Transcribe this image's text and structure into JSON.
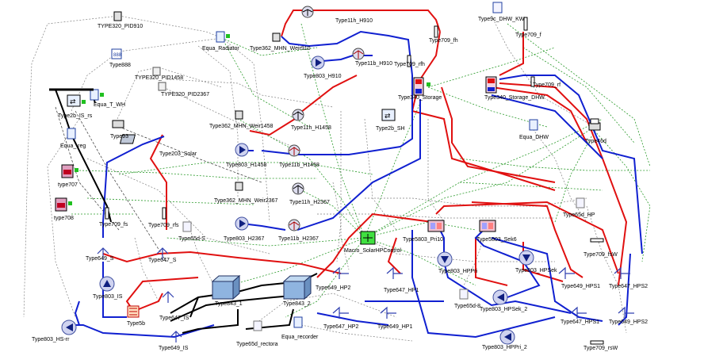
{
  "labels": {
    "type320_pid910": "TYPE320_PID910",
    "type320_pid1458": "TYPE320_PID1458",
    "type320_pid2367": "TYPE320_PID2367",
    "type888": "Type888",
    "equa_t_wh": "Equa_T_WH",
    "type2b_is_rs": "Type2b_IS_rs",
    "type93": "Type93",
    "equa_reg": "Equa_ reg",
    "type707": "type707",
    "type708": "type708",
    "equa_radiator": "Equa_Radiator",
    "type362_mhn_weir910": "Type362_MHN_Weir910",
    "type11h_h910": "Type11h_H910",
    "type11b_h910": "Type11b_H910",
    "type803_h910": "Type803_H910",
    "type709_fh": "Type709_fh",
    "type709_rfh": "Type709_rfh",
    "type9c_dhw_kw": "Type9c_DHW_KW",
    "type709_f": "Type709_f",
    "type340_storage": "Type340_Storage",
    "type340_storage_dhw": "Type340_Storage_DHW",
    "type709_rf": "Type709_rf",
    "equa_dhw": "Equa_DHW",
    "type46d": "Type46d",
    "type2b_sh": "Type2b_SH",
    "type362_mhn_weir1458": "Type362_MHN_Weir1458",
    "type11h_h1458": "Type11h_H1458",
    "type11b_h1458": "Type11b_H1458",
    "type803_h1458": "Type803_H1458",
    "type203_solar": "Type203_Solar",
    "type362_mhn_weir2367": "Type362_MHN_Weir2367",
    "type11h_h2367": "Type11h_H2367",
    "type11b_h2367": "Type11b_H2367",
    "type803_h2367": "Type803_H2367",
    "type65d_hp": "Type65d_HP",
    "type709_fs": "Type709_fs",
    "type709_rfs": "Type709_rfs",
    "type65d_s": "Type65d-S",
    "type649_s": "Type649_S",
    "type647_s": "Type647_S",
    "macro_solarhpcontrol": "Macro_SolarHPControl",
    "type5803_pri10": "Type5803_Pri10",
    "type803_hppri": "Type803_HPPri",
    "type5803_sek6": "Type5803_Sek6",
    "type803_hpsek": "Type803_HPSek",
    "type649_hp2": "Type649_HP2",
    "type647_hp1": "Type647_HP1",
    "type649_hps1": "Type649_HPS1",
    "type647_hps2": "Type647_HPS2",
    "type709_fsw": "Type709_fsW",
    "type803_is": "Type803_IS",
    "type843_1": "Type843_1",
    "type843_2": "Type843_2",
    "type5b": "Type5b",
    "type647_is": "Type647_IS",
    "type65d_8": "Type65d-8",
    "type803_hpsek_2": "Type803_HPSek_2",
    "type647_hps1": "Type647_HPS1",
    "type649_hps2": "Type649_HPS2",
    "type803_hs_rr": "Type803_HS-rr",
    "type649_is": "Type649_IS",
    "type65d_rectora": "Type65d_rectora",
    "equa_recorder": "Equa_recorder",
    "type647_hp2": "Type647_HP2",
    "type649_hp1": "Type649_HP1",
    "type803_hppri_2": "Type803_HPPri_2",
    "type709_rsw": "Type709_rsW"
  },
  "colors": {
    "hot_pipe": "#e01010",
    "cold_pipe": "#1020d0",
    "collector_pipe": "#000000",
    "control_signal": "#2a9a2a",
    "info_link": "#808080"
  }
}
